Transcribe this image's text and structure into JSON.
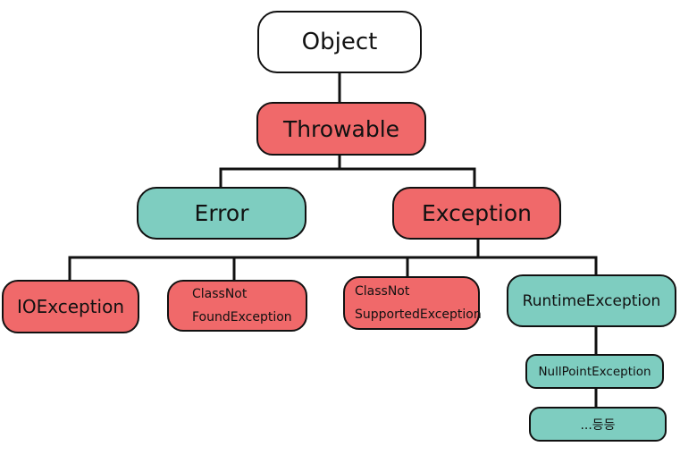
{
  "colors": {
    "root_fill": "#ffffff",
    "checked_fill": "#f0696a",
    "unchecked_fill": "#7ecdc0",
    "line": "#111111"
  },
  "nodes": {
    "object": "Object",
    "throwable": "Throwable",
    "error": "Error",
    "exception": "Exception",
    "io_exception": "IOException",
    "class_not_found": {
      "line1": "ClassNot",
      "line2": "FoundException"
    },
    "class_not_supported": {
      "line1": "ClassNot",
      "line2": "SupportedException"
    },
    "runtime_exception": "RuntimeException",
    "null_point_exception": "NullPointException",
    "etc": "...등등"
  }
}
